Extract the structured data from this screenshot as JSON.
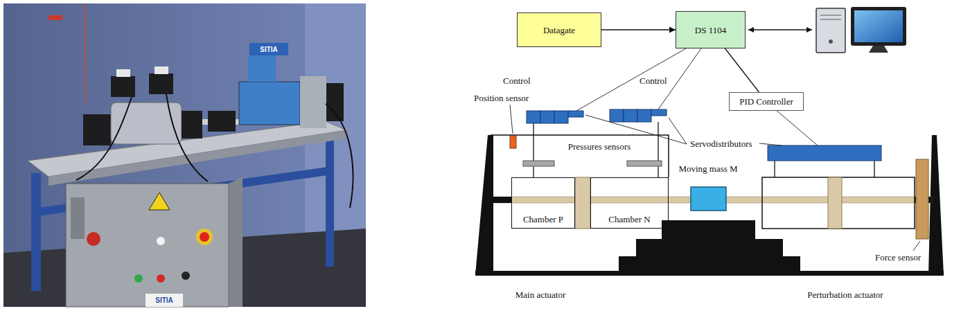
{
  "diagram": {
    "nodes": [
      {
        "text": [
          "Datagate"
        ]
      },
      {
        "text": [
          "DS 1104"
        ]
      },
      {
        "text": [
          "PID Controller"
        ]
      },
      {
        "text": [
          "Chamber P"
        ]
      },
      {
        "text": [
          "Chamber N"
        ]
      }
    ],
    "edges": [
      {
        "from": 0,
        "to": 1,
        "arrow": "to"
      },
      {
        "from": 1,
        "to": 2,
        "arrow": "none"
      }
    ],
    "labels": [
      "SITIA",
      "SITIA",
      "Control",
      "Control",
      "Position sensor",
      "Pressures sensors",
      "Servodistributors",
      "Moving mass M",
      "Force sensor",
      "Main actuator",
      "Perturbation actuator"
    ]
  }
}
